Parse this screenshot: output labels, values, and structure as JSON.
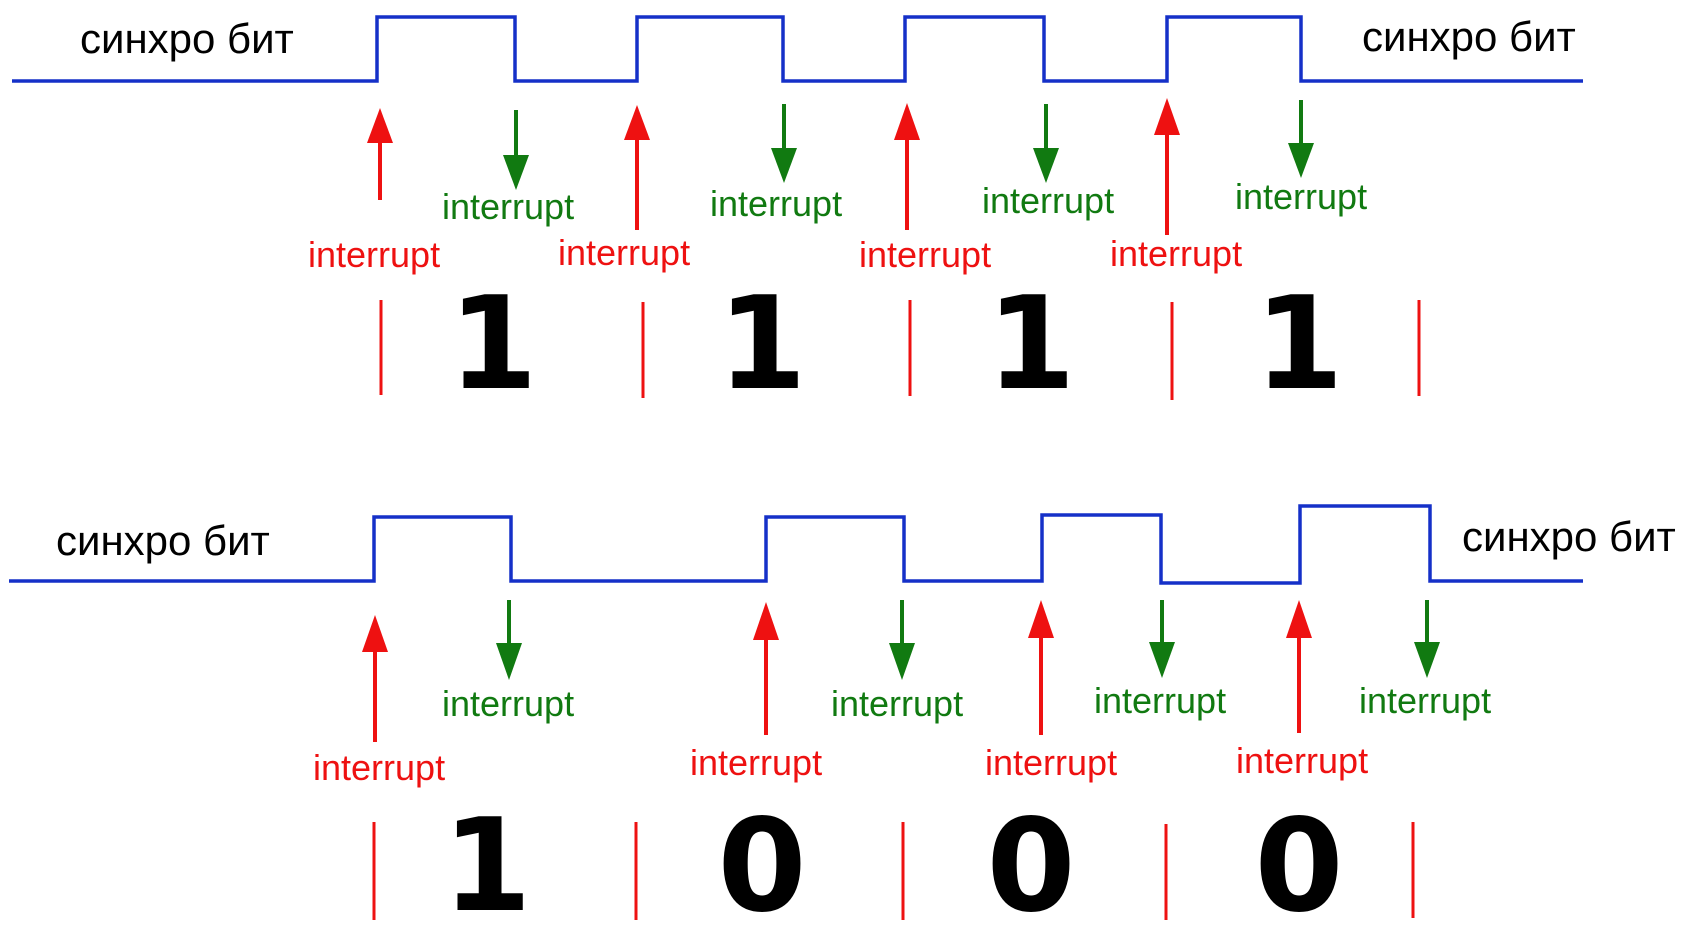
{
  "colors": {
    "signal": "#1530c8",
    "rising": "#ee1111",
    "falling": "#117a11",
    "text": "#000000"
  },
  "sync_label": "синхро бит",
  "interrupt_label": "interrupt",
  "diagrams": [
    {
      "id": "top",
      "sync_left": "синхро бит",
      "sync_right": "синхро бит",
      "bits": [
        "1",
        "1",
        "1",
        "1"
      ]
    },
    {
      "id": "bottom",
      "sync_left": "синхро бит",
      "sync_right": "синхро бит",
      "bits": [
        "1",
        "0",
        "0",
        "0"
      ]
    }
  ]
}
